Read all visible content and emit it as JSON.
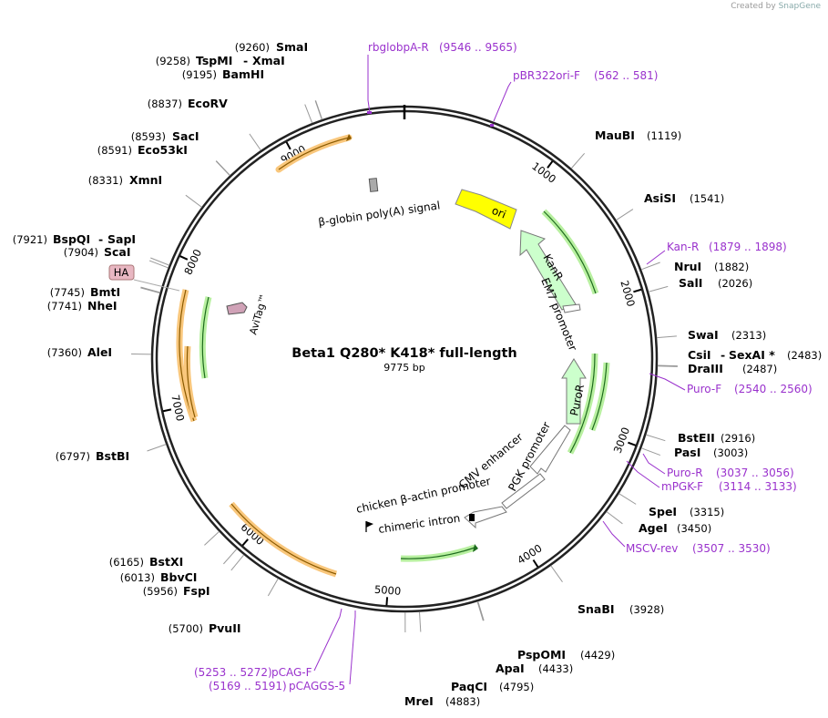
{
  "header": {
    "credit_prefix": "Created by",
    "credit_brand": "SnapGene"
  },
  "plasmid": {
    "name": "Beta1 Q280* K418* full-length",
    "length_label": "9775 bp",
    "length": 9775
  },
  "ticks": [
    {
      "pos": 1000,
      "label": "1000"
    },
    {
      "pos": 2000,
      "label": "2000"
    },
    {
      "pos": 3000,
      "label": "3000"
    },
    {
      "pos": 4000,
      "label": "4000"
    },
    {
      "pos": 5000,
      "label": "5000"
    },
    {
      "pos": 6000,
      "label": "6000"
    },
    {
      "pos": 7000,
      "label": "7000"
    },
    {
      "pos": 8000,
      "label": "8000"
    },
    {
      "pos": 9000,
      "label": "9000"
    }
  ],
  "sites": [
    {
      "pos": "(9260)",
      "name": "SmaI",
      "bp": 9260
    },
    {
      "pos": "(9258)",
      "name": "TspMI",
      "name2": "XmaI",
      "bp": 9258
    },
    {
      "pos": "(9195)",
      "name": "BamHI",
      "bp": 9195
    },
    {
      "pos": "(8837)",
      "name": "EcoRV",
      "bp": 8837
    },
    {
      "pos": "(8593)",
      "name": "SacI",
      "bp": 8593
    },
    {
      "pos": "(8591)",
      "name": "Eco53kI",
      "bp": 8591
    },
    {
      "pos": "(8331)",
      "name": "XmnI",
      "bp": 8331
    },
    {
      "pos": "(7921)",
      "name": "BspQI",
      "name2": "SapI",
      "bp": 7921
    },
    {
      "pos": "(7904)",
      "name": "ScaI",
      "bp": 7904
    },
    {
      "pos": "(7745)",
      "name": "BmtI",
      "bp": 7745
    },
    {
      "pos": "(7741)",
      "name": "NheI",
      "bp": 7741
    },
    {
      "pos": "(7360)",
      "name": "AleI",
      "bp": 7360
    },
    {
      "pos": "(6797)",
      "name": "BstBI",
      "bp": 6797
    },
    {
      "pos": "(6165)",
      "name": "BstXI",
      "bp": 6165
    },
    {
      "pos": "(6013)",
      "name": "BbvCI",
      "bp": 6013
    },
    {
      "pos": "(5956)",
      "name": "FspI",
      "bp": 5956
    },
    {
      "pos": "(5700)",
      "name": "PvuII",
      "bp": 5700
    },
    {
      "pos": "(1119)",
      "name": "MauBI",
      "bp": 1119
    },
    {
      "pos": "(1541)",
      "name": "AsiSI",
      "bp": 1541
    },
    {
      "pos": "(1882)",
      "name": "NruI",
      "bp": 1882
    },
    {
      "pos": "(2026)",
      "name": "SalI",
      "bp": 2026
    },
    {
      "pos": "(2313)",
      "name": "SwaI",
      "bp": 2313
    },
    {
      "pos": "(2483)",
      "name": "CsiI",
      "name2": "SexAI *",
      "bp": 2483
    },
    {
      "pos": "(2487)",
      "name": "DraIII",
      "bp": 2487
    },
    {
      "pos": "(2916)",
      "name": "BstEII",
      "bp": 2916
    },
    {
      "pos": "(3003)",
      "name": "PasI",
      "bp": 3003
    },
    {
      "pos": "(3315)",
      "name": "SpeI",
      "bp": 3315
    },
    {
      "pos": "(3450)",
      "name": "AgeI",
      "bp": 3450
    },
    {
      "pos": "(3928)",
      "name": "SnaBI",
      "bp": 3928
    },
    {
      "pos": "(4429)",
      "name": "PspOMI",
      "bp": 4429
    },
    {
      "pos": "(4433)",
      "name": "ApaI",
      "bp": 4433
    },
    {
      "pos": "(4795)",
      "name": "PaqCI",
      "bp": 4795
    },
    {
      "pos": "(4883)",
      "name": "MreI",
      "bp": 4883
    }
  ],
  "primers": [
    {
      "name": "rbglobpA-R",
      "range": "(9546 .. 9565)"
    },
    {
      "name": "pBR322ori-F",
      "range": "(562 .. 581)"
    },
    {
      "name": "Kan-R",
      "range": "(1879 .. 1898)"
    },
    {
      "name": "Puro-F",
      "range": "(2540 .. 2560)"
    },
    {
      "name": "Puro-R",
      "range": "(3037 .. 3056)"
    },
    {
      "name": "mPGK-F",
      "range": "(3114 .. 3133)"
    },
    {
      "name": "MSCV-rev",
      "range": "(3507 .. 3530)"
    },
    {
      "name": "pCAG-F",
      "range": "(5253 .. 5272)"
    },
    {
      "name": "pCAGGS-5",
      "range": "(5169 .. 5191)"
    }
  ],
  "features": {
    "ori": "ori",
    "kanr": "KanR",
    "em7": "EM7 promoter",
    "puror": "PuroR",
    "pgk": "PGK promoter",
    "cmv": "CMV enhancer",
    "cba": "chicken β-actin promoter",
    "intron": "chimeric intron",
    "polya": "β-globin poly(A) signal",
    "avitag": "AviTag™",
    "ha": "HA"
  },
  "colors": {
    "ori": "#ffff00",
    "resistance": "#ccffcc",
    "orf_orange": "#f9c77c",
    "orf_green": "#b8f0a0",
    "primer": "#9a32cd",
    "ha": "#e8b7c2"
  }
}
